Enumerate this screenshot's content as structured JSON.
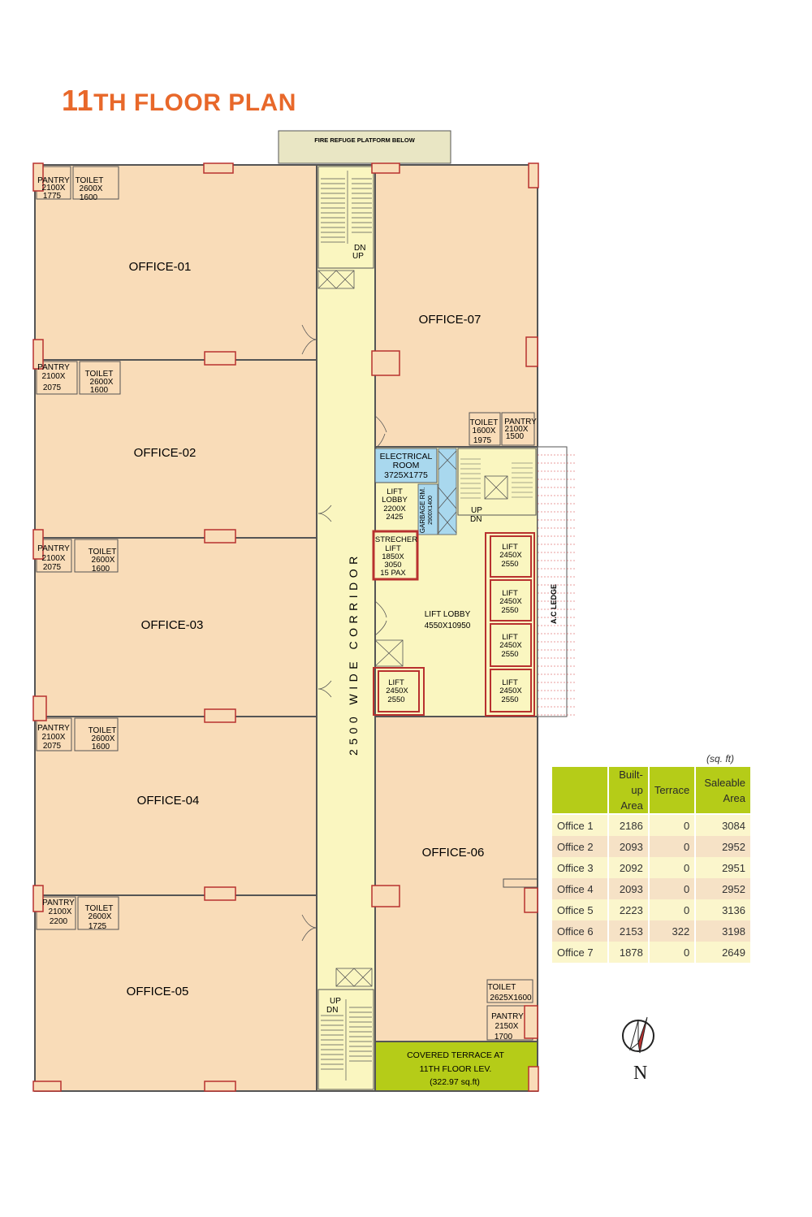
{
  "title": {
    "num": "11",
    "rest": "TH FLOOR PLAN"
  },
  "plan": {
    "fire_refuge": "FIRE REFUGE PLATFORM BELOW",
    "corridor": "2500 WIDE CORRIDOR",
    "ac_ledge": "A.C LEDGE",
    "offices": [
      "OFFICE-01",
      "OFFICE-02",
      "OFFICE-03",
      "OFFICE-04",
      "OFFICE-05",
      "OFFICE-06",
      "OFFICE-07"
    ],
    "pantries": [
      [
        "PANTRY",
        "2100X",
        "1775"
      ],
      [
        "PANTRY",
        "2100X",
        "2075"
      ],
      [
        "PANTRY",
        "2100X",
        "2075"
      ],
      [
        "PANTRY",
        "2100X",
        "2075"
      ],
      [
        "PANTRY",
        "2100X",
        "2200"
      ],
      [
        "PANTRY",
        "2150X",
        "1700"
      ],
      [
        "PANTRY",
        "2100X",
        "1500"
      ]
    ],
    "toilets": [
      [
        "TOILET",
        "2600X",
        "1600"
      ],
      [
        "TOILET",
        "2600X",
        "1600"
      ],
      [
        "TOILET",
        "2600X",
        "1600"
      ],
      [
        "TOILET",
        "2600X",
        "1600"
      ],
      [
        "TOILET",
        "2600X",
        "1725"
      ],
      [
        "TOILET",
        "2625X1600"
      ],
      [
        "TOILET",
        "1600X",
        "1975"
      ]
    ],
    "electrical": [
      "ELECTRICAL",
      "ROOM",
      "3725X1775"
    ],
    "garbage": [
      "GARBAGE RM.",
      "2900X1400"
    ],
    "lift_lobby_small": [
      "LIFT",
      "LOBBY",
      "2200X",
      "2425"
    ],
    "stretcher": [
      "STRECHER",
      "LIFT",
      "1850X",
      "3050",
      "15 PAX"
    ],
    "lift_lobby_main": [
      "LIFT LOBBY",
      "4550X10950"
    ],
    "lift": [
      "LIFT",
      "2450X",
      "2550"
    ],
    "stair": {
      "dn": "DN",
      "up": "UP"
    },
    "terrace": [
      "COVERED TERRACE AT",
      "11TH FLOOR LEV.",
      "(322.97 sq.ft)"
    ]
  },
  "area_table": {
    "units": "(sq. ft)",
    "headers": [
      "Built-up Area",
      "Terrace",
      "Saleable Area"
    ],
    "rows": [
      [
        "Office 1",
        "2186",
        "0",
        "3084"
      ],
      [
        "Office 2",
        "2093",
        "0",
        "2952"
      ],
      [
        "Office 3",
        "2092",
        "0",
        "2951"
      ],
      [
        "Office 4",
        "2093",
        "0",
        "2952"
      ],
      [
        "Office 5",
        "2223",
        "0",
        "3136"
      ],
      [
        "Office 6",
        "2153",
        "322",
        "3198"
      ],
      [
        "Office 7",
        "1878",
        "0",
        "2649"
      ]
    ]
  },
  "compass": "N",
  "colors": {
    "title": "#e8682a",
    "office": "#f9dcb8",
    "corridor": "#faf6c0",
    "electrical": "#a9d8ee",
    "terrace": "#b5cc18",
    "column": "#b8312f"
  }
}
